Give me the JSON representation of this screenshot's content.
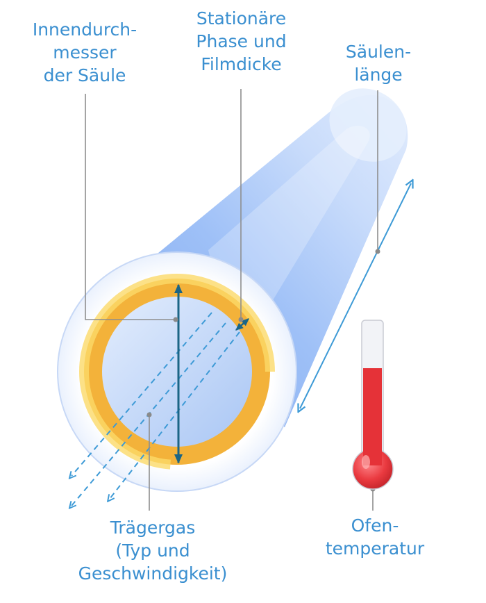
{
  "labels": {
    "inner_diameter": [
      "Innendurch-",
      "messer",
      "der Säule"
    ],
    "stationary_phase": [
      "Stationäre",
      "Phase und",
      "Filmdicke"
    ],
    "column_length": [
      "Säulen-",
      "länge"
    ],
    "carrier_gas": [
      "Trägergas",
      "(Typ und",
      "Geschwindigkeit)"
    ],
    "oven_temperature": [
      "Ofen-",
      "temperatur"
    ]
  },
  "icons": {
    "column": "capillary-column",
    "thermometer": "thermometer-icon"
  },
  "colors": {
    "label_text": "#3a8fd0",
    "leader_line": "#8e8e8e",
    "tube_body": "#a9c8f5",
    "tube_ring": "#ffffff",
    "stationary_phase": "#f3b23a",
    "column_bore": "#cfe0fb",
    "diameter_arrow": "#1b6585",
    "length_arrow": "#3d9ad6",
    "thermometer_fill": "#e53238",
    "thermometer_tube": "#f2f3f7"
  }
}
